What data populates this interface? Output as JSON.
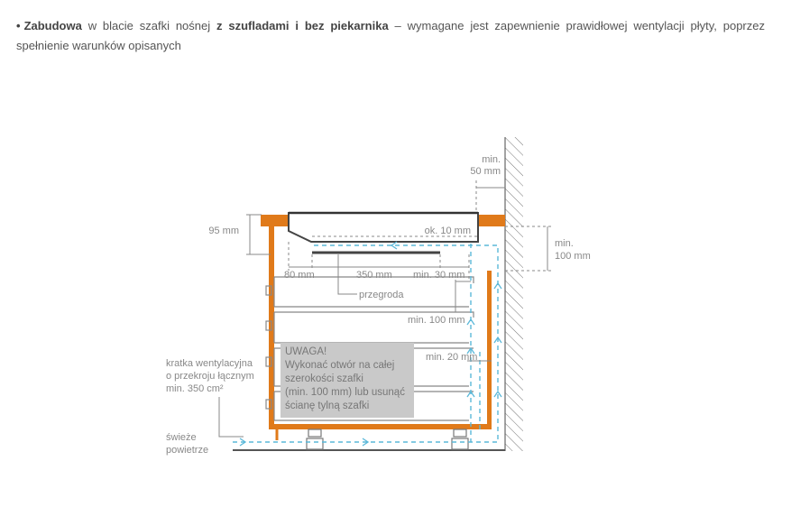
{
  "intro": {
    "bullet": "•",
    "part1_bold": "Zabudowa",
    "part2": " w blacie szafki nośnej ",
    "part3_bold": "z szufladami i bez piekarnika",
    "part4": " – wymagane jest zapewnienie prawidłowej wentylacji płyty, poprzez spełnienie warunków opisanych"
  },
  "diagram": {
    "dim_min50_line1": "min.",
    "dim_min50_line2": "50 mm",
    "dim_95": "95 mm",
    "dim_ok10": "ok. 10 mm",
    "dim_min100_right_line1": "min.",
    "dim_min100_right_line2": "100 mm",
    "dim_80": "80 mm",
    "dim_350": "350 mm",
    "dim_min30": "min. 30 mm",
    "label_przegroda": "przegroda",
    "dim_min100_mid": "min. 100 mm",
    "dim_min20": "min. 20 mm",
    "warning_title": "UWAGA!",
    "warning_line1": "Wykonać otwór na całej",
    "warning_line2": "szerokości szafki",
    "warning_line3": "(min. 100 mm) lub usunąć",
    "warning_line4": "ścianę tylną szafki",
    "label_kratka_line1": "kratka wentylacyjna",
    "label_kratka_line2": "o przekroju łącznym",
    "label_kratka_line3": "min. 350 cm²",
    "label_swieze_line1": "świeże",
    "label_swieze_line2": "powietrze"
  },
  "colors": {
    "worktop": "#e07a1a",
    "airflow": "#5bb8d9",
    "warning_bg": "#c9c9c9",
    "lines": "#888888"
  }
}
